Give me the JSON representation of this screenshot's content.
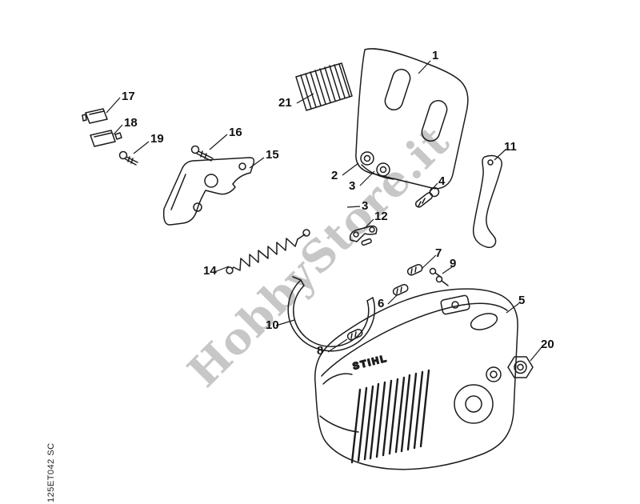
{
  "watermark": "HobbyStore.it",
  "side_code": "125ET042 SC",
  "cover": {
    "brand": "STIHL"
  },
  "labels": {
    "p1": "1",
    "p2": "2",
    "p3": "3",
    "p3b": "3",
    "p4": "4",
    "p5": "5",
    "p6": "6",
    "p7": "7",
    "p8": "8",
    "p9": "9",
    "p10": "10",
    "p11": "11",
    "p12": "12",
    "p14": "14",
    "p15": "15",
    "p16": "16",
    "p17": "17",
    "p18": "18",
    "p19": "19",
    "p20": "20",
    "p21": "21"
  }
}
